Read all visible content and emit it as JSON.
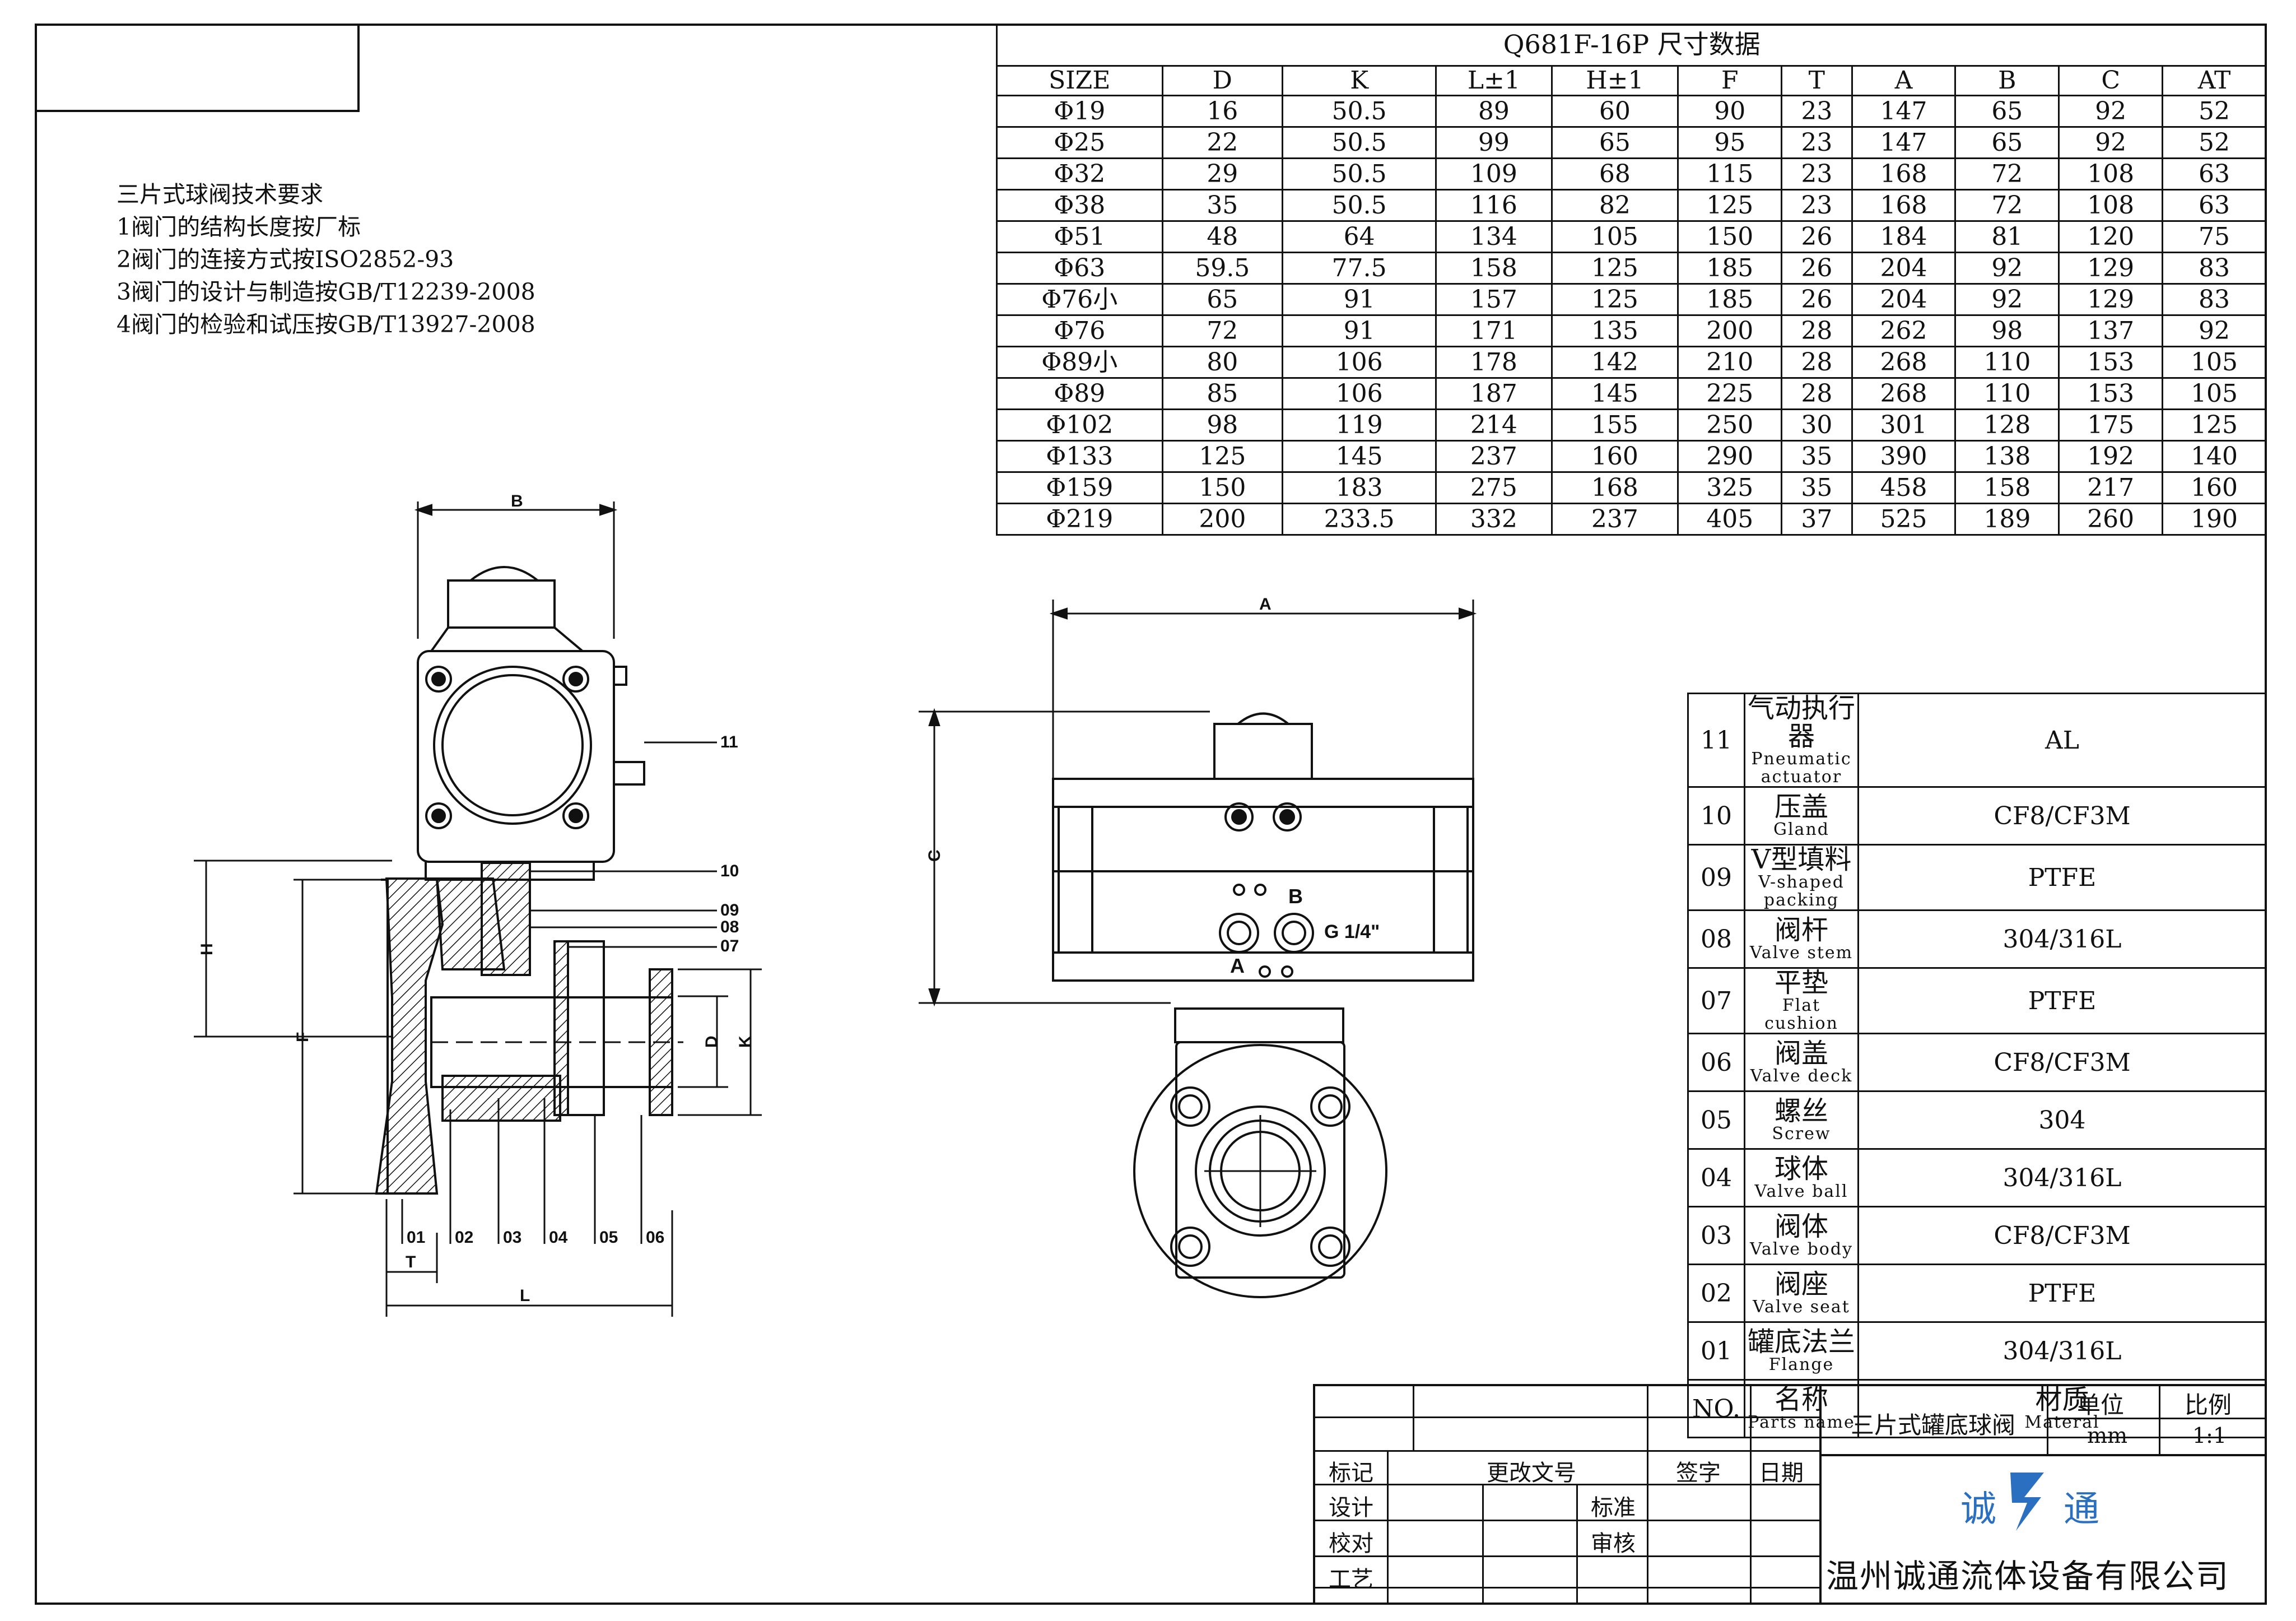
{
  "dim_table": {
    "title": "Q681F-16P     尺寸数据",
    "headers": [
      "SIZE",
      "D",
      "K",
      "L±1",
      "H±1",
      "F",
      "T",
      "A",
      "B",
      "C",
      "AT"
    ],
    "rows": [
      [
        "Φ19",
        "16",
        "50.5",
        "89",
        "60",
        "90",
        "23",
        "147",
        "65",
        "92",
        "52"
      ],
      [
        "Φ25",
        "22",
        "50.5",
        "99",
        "65",
        "95",
        "23",
        "147",
        "65",
        "92",
        "52"
      ],
      [
        "Φ32",
        "29",
        "50.5",
        "109",
        "68",
        "115",
        "23",
        "168",
        "72",
        "108",
        "63"
      ],
      [
        "Φ38",
        "35",
        "50.5",
        "116",
        "82",
        "125",
        "23",
        "168",
        "72",
        "108",
        "63"
      ],
      [
        "Φ51",
        "48",
        "64",
        "134",
        "105",
        "150",
        "26",
        "184",
        "81",
        "120",
        "75"
      ],
      [
        "Φ63",
        "59.5",
        "77.5",
        "158",
        "125",
        "185",
        "26",
        "204",
        "92",
        "129",
        "83"
      ],
      [
        "Φ76小",
        "65",
        "91",
        "157",
        "125",
        "185",
        "26",
        "204",
        "92",
        "129",
        "83"
      ],
      [
        "Φ76",
        "72",
        "91",
        "171",
        "135",
        "200",
        "28",
        "262",
        "98",
        "137",
        "92"
      ],
      [
        "Φ89小",
        "80",
        "106",
        "178",
        "142",
        "210",
        "28",
        "268",
        "110",
        "153",
        "105"
      ],
      [
        "Φ89",
        "85",
        "106",
        "187",
        "145",
        "225",
        "28",
        "268",
        "110",
        "153",
        "105"
      ],
      [
        "Φ102",
        "98",
        "119",
        "214",
        "155",
        "250",
        "30",
        "301",
        "128",
        "175",
        "125"
      ],
      [
        "Φ133",
        "125",
        "145",
        "237",
        "160",
        "290",
        "35",
        "390",
        "138",
        "192",
        "140"
      ],
      [
        "Φ159",
        "150",
        "183",
        "275",
        "168",
        "325",
        "35",
        "458",
        "158",
        "217",
        "160"
      ],
      [
        "Φ219",
        "200",
        "233.5",
        "332",
        "237",
        "405",
        "37",
        "525",
        "189",
        "260",
        "190"
      ]
    ]
  },
  "requirements": [
    "三片式球阀技术要求",
    "1阀门的结构长度按厂标",
    "2阀门的连接方式按ISO2852-93",
    "3阀门的设计与制造按GB/T12239-2008",
    "4阀门的检验和试压按GB/T13927-2008"
  ],
  "parts": [
    {
      "no": "11",
      "cn": "气动执行器",
      "en": "Pneumatic actuator",
      "mat": "AL"
    },
    {
      "no": "10",
      "cn": "压盖",
      "en": "Gland",
      "mat": "CF8/CF3M"
    },
    {
      "no": "09",
      "cn": "V型填料",
      "en": "V-shaped packing",
      "mat": "PTFE"
    },
    {
      "no": "08",
      "cn": "阀杆",
      "en": "Valve stem",
      "mat": "304/316L"
    },
    {
      "no": "07",
      "cn": "平垫",
      "en": "Flat cushion",
      "mat": "PTFE"
    },
    {
      "no": "06",
      "cn": "阀盖",
      "en": "Valve deck",
      "mat": "CF8/CF3M"
    },
    {
      "no": "05",
      "cn": "螺丝",
      "en": "Screw",
      "mat": "304"
    },
    {
      "no": "04",
      "cn": "球体",
      "en": "Valve ball",
      "mat": "304/316L"
    },
    {
      "no": "03",
      "cn": "阀体",
      "en": "Valve body",
      "mat": "CF8/CF3M"
    },
    {
      "no": "02",
      "cn": "阀座",
      "en": "Valve seat",
      "mat": "PTFE"
    },
    {
      "no": "01",
      "cn": "罐底法兰",
      "en": "Flange",
      "mat": "304/316L"
    },
    {
      "no": "NO.",
      "cn": "名称",
      "en": "Parts name",
      "mat": "材质",
      "mat_en": "Materal"
    }
  ],
  "title_block": {
    "product": "三片式罐底球阀",
    "unit_label": "单位",
    "unit": "mm",
    "scale_label": "比例",
    "scale": "1:1",
    "mark": "标记",
    "change_doc": "更改文号",
    "sign": "签字",
    "date": "日期",
    "design": "设计",
    "standard": "标准",
    "proof": "校对",
    "review": "审核",
    "process": "工艺",
    "logo_left": "诚",
    "logo_right": "通",
    "company": "温州诚通流体设备有限公司"
  },
  "drawing": {
    "side_labels": [
      "11",
      "10",
      "09",
      "08",
      "07",
      "01",
      "02",
      "03",
      "04",
      "05",
      "06"
    ],
    "dims_side": {
      "B": "B",
      "H": "H",
      "F": "F",
      "D": "D",
      "K": "K",
      "T": "T",
      "L": "L"
    },
    "dims_front": {
      "A": "A",
      "C": "C"
    },
    "port_a": "A",
    "port_b": "B",
    "port_thread": "G 1/4\""
  }
}
